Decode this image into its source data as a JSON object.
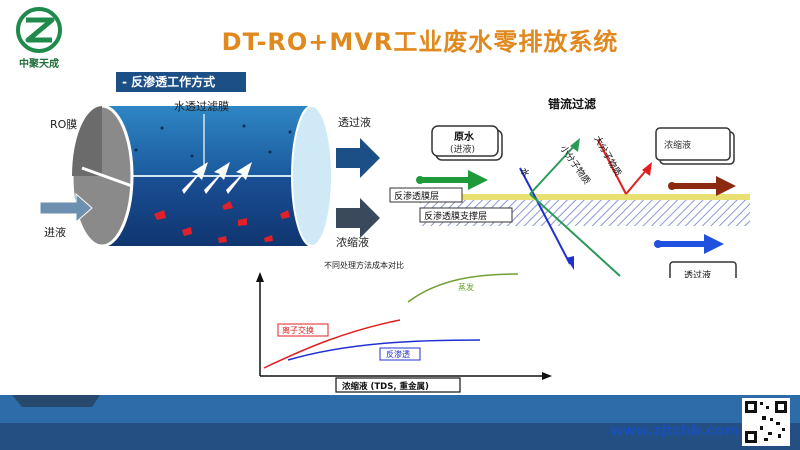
{
  "header": {
    "logo_text": "中聚天成",
    "title": "DT-RO+MVR工业废水零排放系统"
  },
  "section": {
    "label": "-  反渗透工作方式"
  },
  "ro": {
    "membrane_label": "RO膜",
    "filter_label": "水透过滤膜",
    "permeate_label": "透过液",
    "feed_label": "进液",
    "concentrate_label": "浓缩液"
  },
  "crossflow": {
    "title": "错流过滤",
    "raw_water": "原水",
    "raw_water_sub": "(进液)",
    "membrane_layer": "反渗透膜层",
    "support_layer": "反渗透膜支撑层",
    "water": "水",
    "small_molecule": "小分子物质",
    "large_molecule": "大分子物质",
    "concentrate": "浓缩液",
    "permeate": "透过液"
  },
  "cost_chart": {
    "title": "不同处理方法成本对比",
    "xlabel": "浓缩液 (TDS, 重金属)",
    "series": [
      {
        "name": "蒸发",
        "color": "#6fa033"
      },
      {
        "name": "离子交换",
        "color": "#e02020"
      },
      {
        "name": "反渗透",
        "color": "#2030d0"
      }
    ]
  },
  "footer": {
    "url": "www.zjtchb.com"
  }
}
